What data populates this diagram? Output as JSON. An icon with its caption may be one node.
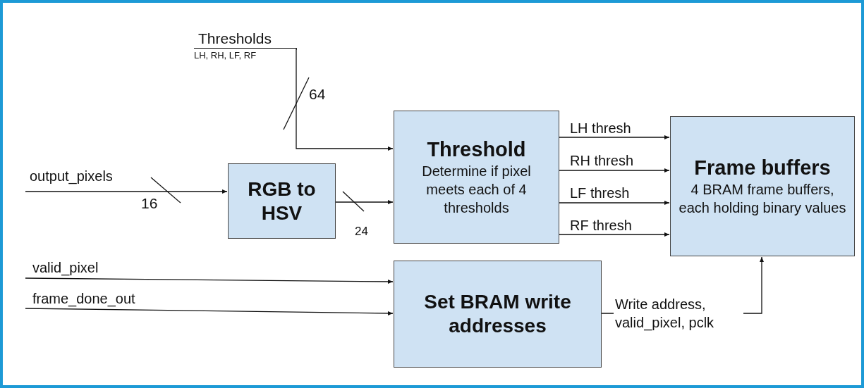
{
  "diagram": {
    "nodes": [
      {
        "text": [
          "Thresholds",
          "LH, RH, LF, RF"
        ]
      },
      {
        "text": [
          "RGB to HSV"
        ]
      },
      {
        "text": [
          "Threshold",
          "Determine if pixel meets each of 4 thresholds"
        ]
      },
      {
        "text": [
          "Frame buffers",
          "4 BRAM frame buffers, each holding binary values"
        ]
      },
      {
        "text": [
          "Set BRAM write addresses"
        ]
      }
    ],
    "edges": [
      {
        "from": 0,
        "to": 2,
        "arrow": "to"
      },
      {
        "from": null,
        "to": 1,
        "arrow": "to",
        "label": "output_pixels"
      },
      {
        "from": 1,
        "to": 2,
        "arrow": "to"
      },
      {
        "from": 2,
        "to": 3,
        "arrow": "to",
        "label": "LH thresh"
      },
      {
        "from": 2,
        "to": 3,
        "arrow": "to",
        "label": "RH thresh"
      },
      {
        "from": 2,
        "to": 3,
        "arrow": "to",
        "label": "LF thresh"
      },
      {
        "from": 2,
        "to": 3,
        "arrow": "to",
        "label": "RF thresh"
      },
      {
        "from": null,
        "to": 4,
        "arrow": "to",
        "label": "valid_pixel"
      },
      {
        "from": null,
        "to": 4,
        "arrow": "to",
        "label": "frame_done_out"
      },
      {
        "from": 4,
        "to": 3,
        "arrow": "to",
        "label": "Write address, valid_pixel, pclk"
      }
    ],
    "labels": [
      "64",
      "16",
      "24"
    ]
  }
}
